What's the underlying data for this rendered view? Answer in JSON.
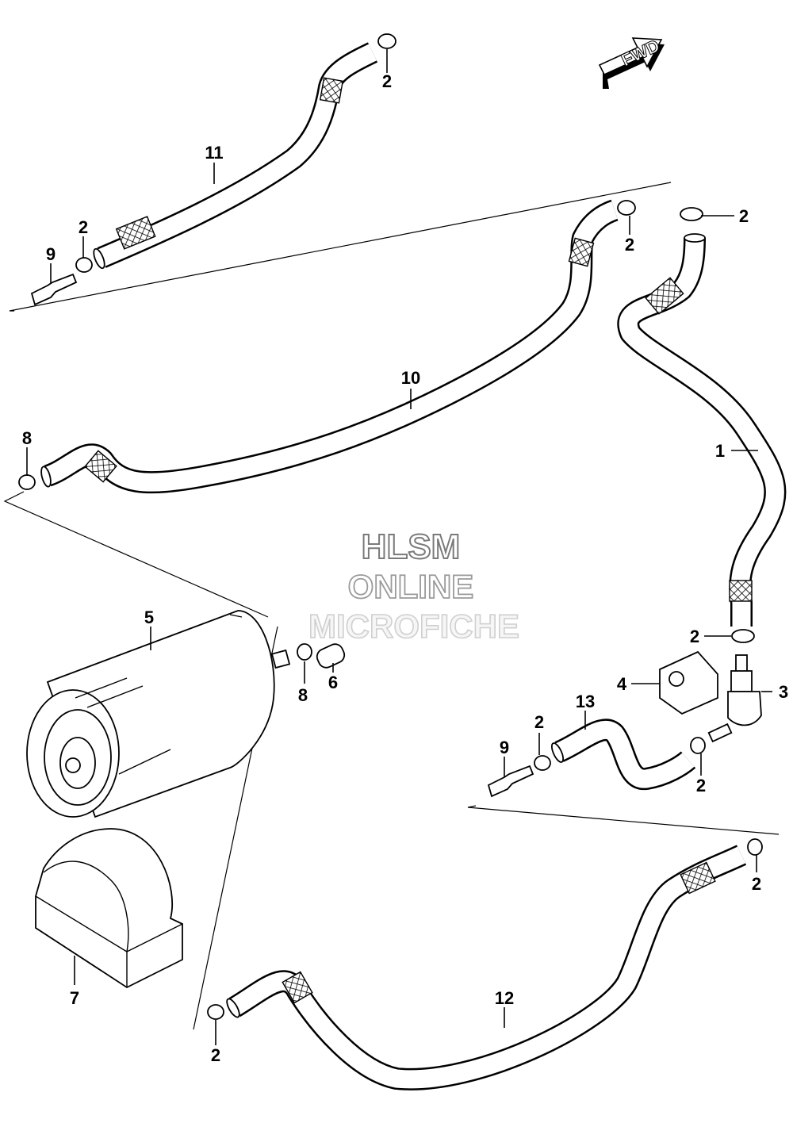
{
  "diagram": {
    "direction_arrow": "FWD",
    "watermark": [
      "HLSM",
      "ONLINE",
      "MICROFICHE"
    ],
    "callouts": {
      "hose_1": "1",
      "clamp_2a": "2",
      "clamp_2b": "2",
      "clamp_2c": "2",
      "clamp_2d": "2",
      "clamp_2e": "2",
      "clamp_2f": "2",
      "clamp_2g": "2",
      "clamp_2h": "2",
      "clamp_2i": "2",
      "valve_3": "3",
      "bracket_4": "4",
      "canister_5": "5",
      "hose_6": "6",
      "clamp_8a": "8",
      "clamp_8b": "8",
      "canister_bracket_7": "7",
      "joint_9a": "9",
      "joint_9b": "9",
      "hose_10": "10",
      "hose_11": "11",
      "hose_12": "12",
      "hose_13": "13"
    }
  }
}
